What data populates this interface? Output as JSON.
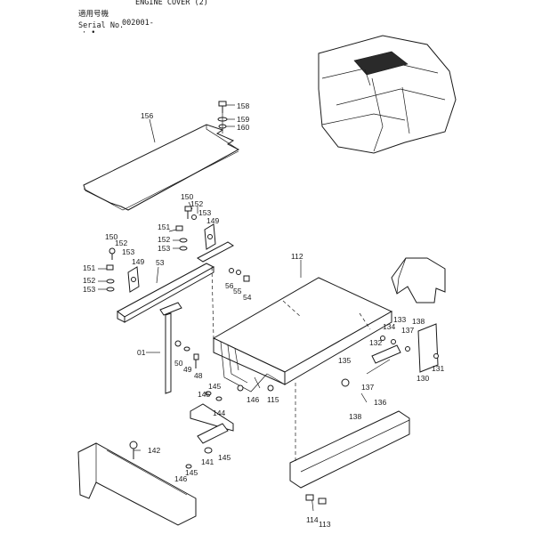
{
  "header": {
    "title_partial": "ENGINE COVER (2)",
    "applicable_label": "適用号機",
    "serial_label": "Serial No.",
    "serial_value": "002001-"
  },
  "callouts": [
    "158",
    "159",
    "160",
    "156",
    "150",
    "152",
    "153",
    "149",
    "151",
    "152",
    "153",
    "150",
    "152",
    "153",
    "151",
    "149",
    "53",
    "152",
    "153",
    "56",
    "55",
    "54",
    "112",
    "01",
    "50",
    "49",
    "48",
    "145",
    "145",
    "144",
    "146",
    "115",
    "135",
    "133",
    "134",
    "137",
    "132",
    "138",
    "131",
    "130",
    "136",
    "137",
    "138",
    "142",
    "145",
    "141",
    "145",
    "146",
    "114",
    "113"
  ]
}
